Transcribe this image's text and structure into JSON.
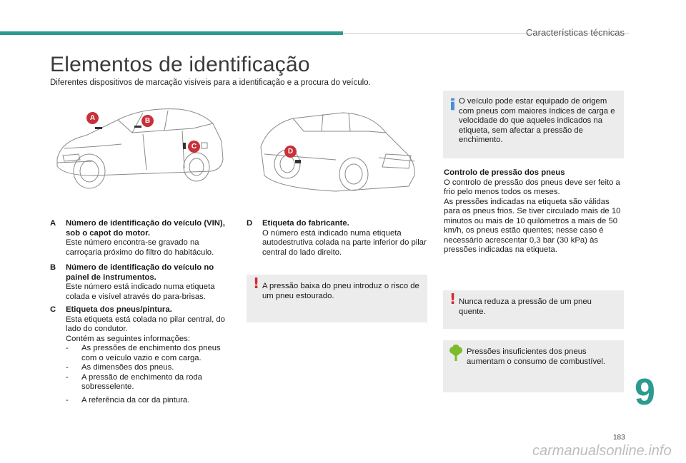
{
  "header": {
    "section_title": "Características técnicas",
    "accent_color": "#2c9a8f"
  },
  "page_title": "Elementos de identificação",
  "intro": "Diferentes dispositivos de marcação visíveis para a identificação e a procura do veículo.",
  "markers": {
    "a": "A",
    "b": "B",
    "c": "C",
    "d": "D"
  },
  "items": {
    "a": {
      "letter": "A",
      "head": "Número de identificação do veículo (VIN), sob o capot do motor.",
      "text": "Este número encontra-se gravado na carroçaria próximo do filtro do habitáculo."
    },
    "b": {
      "letter": "B",
      "head": "Número de identificação do veículo no painel de instrumentos.",
      "text": "Este número está indicado numa etiqueta colada e visível através do para-brisas."
    },
    "c": {
      "letter": "C",
      "head": "Etiqueta dos pneus/pintura.",
      "text1": "Esta etiqueta está colada no pilar central, do lado do condutor.",
      "text2": "Contém as seguintes informações:",
      "bullets": [
        "As pressões de enchimento dos pneus com o veículo vazio e com carga.",
        "As dimensões dos pneus.",
        "A pressão de enchimento da roda sobresselente.",
        "A referência da cor da pintura."
      ],
      "dash": "-"
    },
    "d": {
      "letter": "D",
      "head": "Etiqueta do fabricante.",
      "text": "O número está indicado numa etiqueta autodestrutiva colada na parte inferior do pilar central do lado direito."
    }
  },
  "warning_low_pressure": "A pressão baixa do pneu introduz o risco de um pneu estourado.",
  "info_box": "O veículo pode estar equipado de origem com pneus com maiores índices de carga e velocidade do que aqueles indicados na etiqueta, sem afectar a pressão de enchimento.",
  "pressure_section": {
    "title": "Controlo de pressão dos pneus",
    "p1": "O controlo de pressão dos pneus deve ser feito a frio pelo menos todos os meses.",
    "p2": "As pressões indicadas na etiqueta são válidas para os pneus frios. Se tiver circulado mais de 10 minutos ou mais de 10 quilómetros a mais de 50 km/h, os pneus estão quentes; nesse caso é necessário acrescentar 0,3 bar (30 kPa) às pressões indicadas na etiqueta."
  },
  "warning_never_reduce": "Nunca reduza a pressão de um pneu quente.",
  "eco_box": "Pressões insuficientes dos pneus aumentam o consumo de combustível.",
  "chapter_number": "9",
  "page_number": "183",
  "watermark": "carmanualsonline.info",
  "icons": {
    "warning": "!",
    "warning_color": "#d8252f",
    "info_color": "#4a8fd6",
    "eco_color": "#7cbc2a"
  }
}
